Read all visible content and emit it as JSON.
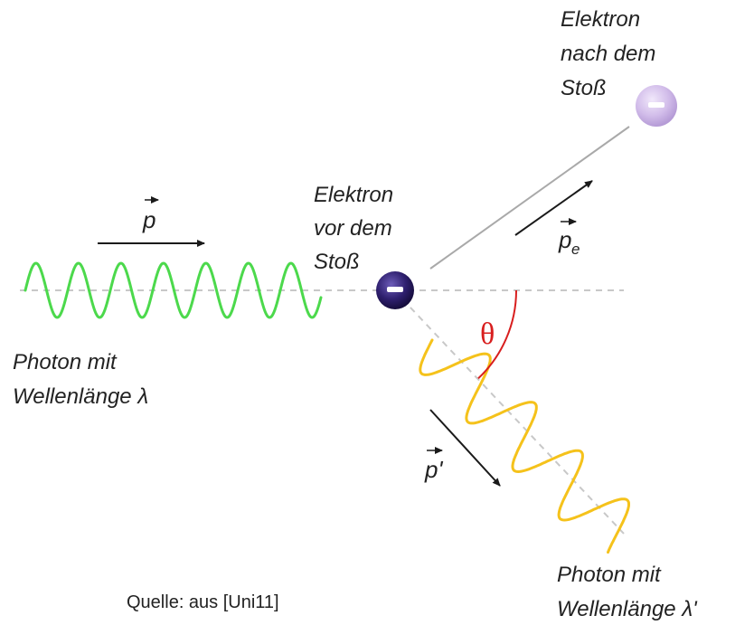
{
  "labels": {
    "electron_after_line1": "Elektron",
    "electron_after_line2": "nach dem",
    "electron_after_line3": "Stoß",
    "electron_before_line1": "Elektron",
    "electron_before_line2": "vor dem",
    "electron_before_line3": "Stoß",
    "photon_in_line1": "Photon mit",
    "photon_in_line2": "Wellenlänge λ",
    "photon_out_line1": "Photon mit",
    "photon_out_line2": "Wellenlänge λ'",
    "momentum_in": "p",
    "momentum_electron": "p",
    "momentum_electron_sub": "e",
    "momentum_out": "p'",
    "angle": "θ",
    "electron_sign": "−",
    "source": "Quelle: aus [Uni11]"
  },
  "colors": {
    "photon_in_wave": "#4cd94c",
    "photon_out_wave": "#f5c21b",
    "electron_before": "#2e1f6e",
    "electron_after": "#cdb8e8",
    "angle_arc": "#d81e1e",
    "guide_line": "#c8c8c8",
    "arrow": "#1a1a1a"
  }
}
